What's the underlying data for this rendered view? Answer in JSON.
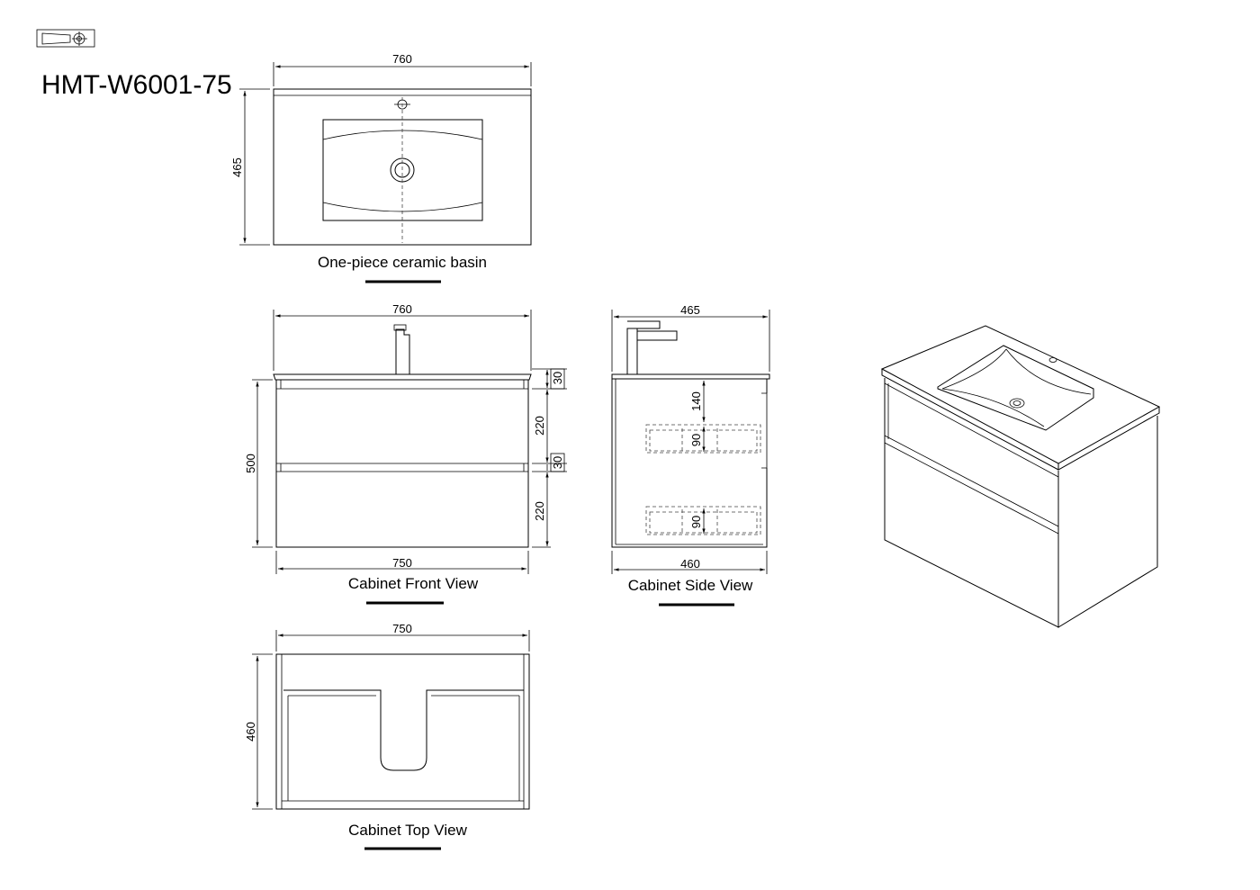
{
  "model": "HMT-W6001-75",
  "projection_icon": "third-angle-projection-icon",
  "basin_view": {
    "caption": "One-piece ceramic basin",
    "width": "760",
    "depth": "465"
  },
  "front_view": {
    "caption": "Cabinet Front View",
    "top_width": "760",
    "bottom_width": "750",
    "height": "500",
    "dims": [
      "30",
      "220",
      "30",
      "220"
    ]
  },
  "side_view": {
    "caption": "Cabinet Side View",
    "top_depth": "465",
    "bottom_depth": "460",
    "dims": [
      "140",
      "90",
      "90"
    ]
  },
  "top_view": {
    "caption": "Cabinet Top View",
    "width": "750",
    "depth": "460"
  }
}
